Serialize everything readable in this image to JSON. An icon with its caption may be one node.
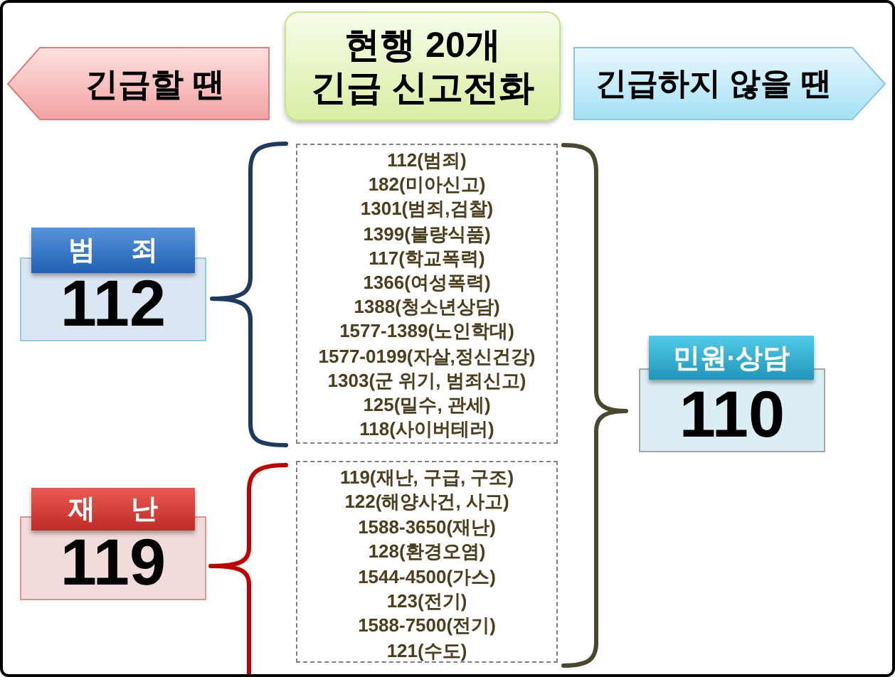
{
  "diagram": {
    "nodes": [
      {
        "text": [
          "긴급할 땐"
        ]
      },
      {
        "text": [
          "현행 20개 긴급 신고전화"
        ]
      },
      {
        "text": [
          "긴급하지 않을 땐"
        ]
      },
      {
        "text": [
          "범 죄",
          "112"
        ]
      },
      {
        "text": [
          "112(범죄)",
          "182(미아신고)",
          "1301(범죄,검찰)",
          "1399(불량식품)",
          "117(학교폭력)",
          "1366(여성폭력)",
          "1388(청소년상담)",
          "1577-1389(노인학대)",
          "1577-0199(자살,정신건강)",
          "1303(군 위기, 범죄신고)",
          "125(밀수, 관세)",
          "118(사이버테러)"
        ]
      },
      {
        "text": [
          "재 난",
          "119"
        ]
      },
      {
        "text": [
          "119(재난, 구급, 구조)",
          "122(해양사건, 사고)",
          "1588-3650(재난)",
          "128(환경오염)",
          "1544-4500(가스)",
          "123(전기)",
          "1588-7500(전기)",
          "121(수도)"
        ]
      },
      {
        "text": [
          "민원·상담",
          "110"
        ]
      }
    ]
  }
}
